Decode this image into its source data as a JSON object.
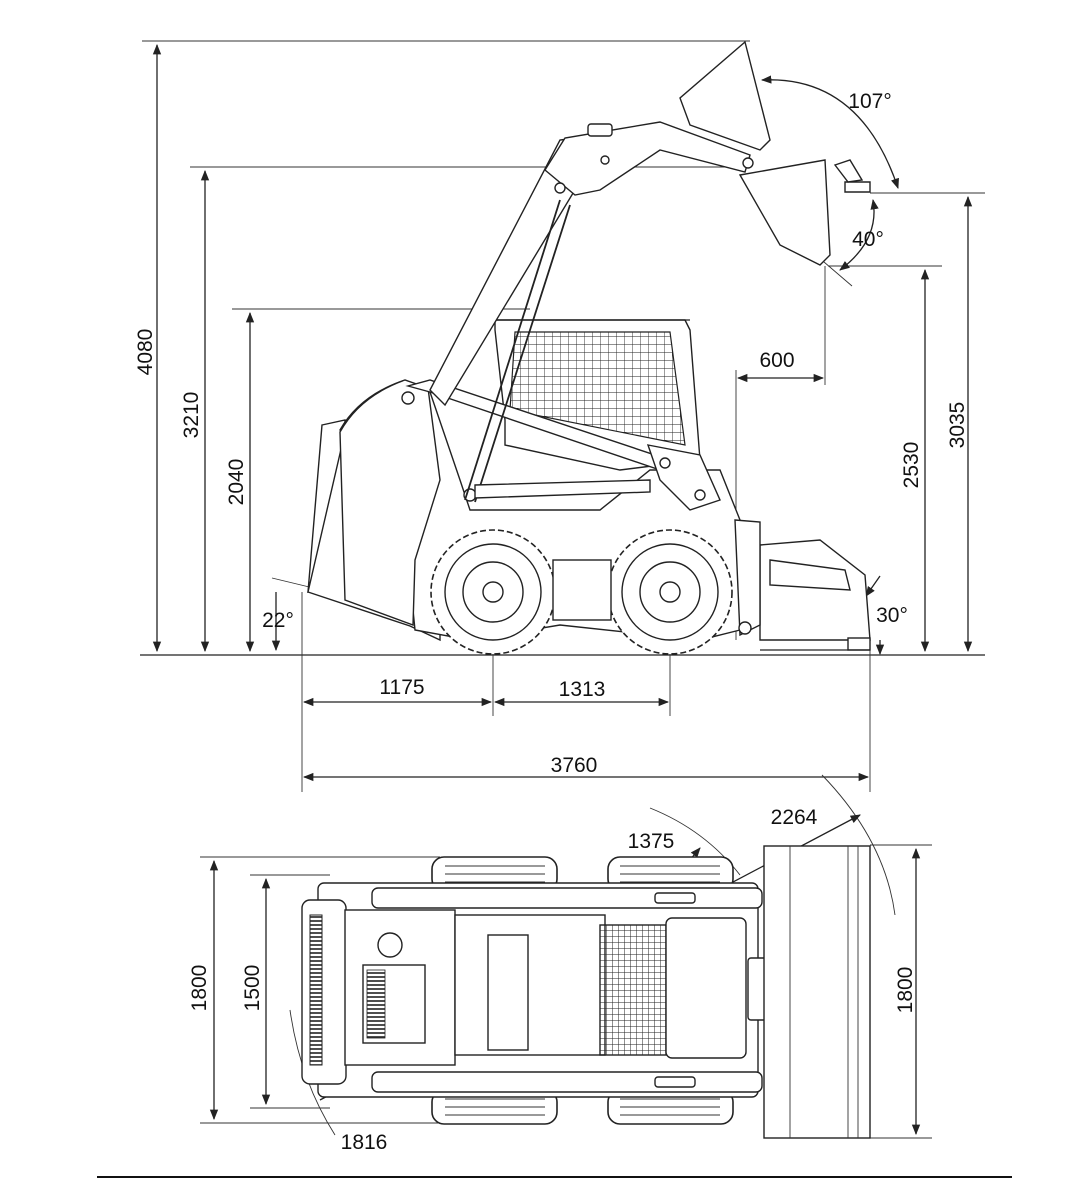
{
  "side_view": {
    "overall_height": "4080",
    "hinge_pin_height": "3210",
    "cab_height": "2040",
    "dump_clearance": "3035",
    "dump_height": "2530",
    "dump_reach": "600",
    "rollback_angle": "107°",
    "dump_angle": "40°",
    "departure_angle": "22°",
    "bucket_angle": "30°",
    "front_overhang": "1175",
    "wheelbase": "1313",
    "overall_length": "3760"
  },
  "top_view": {
    "radius_front": "2264",
    "radius_mid": "1375",
    "radius_rear": "1816",
    "machine_width": "1800",
    "track_width": "1500",
    "bucket_width": "1800"
  }
}
